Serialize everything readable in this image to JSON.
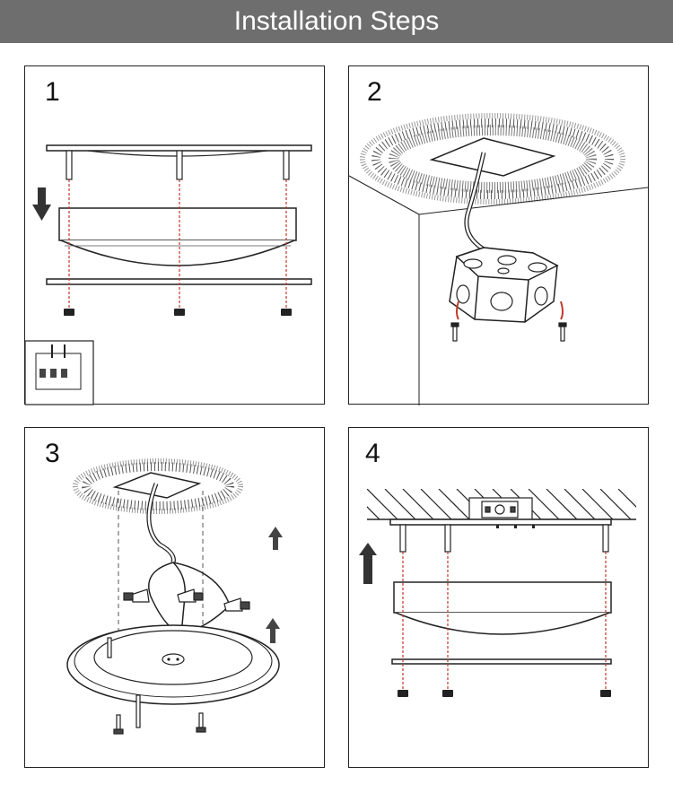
{
  "header": {
    "title": "Installation Steps"
  },
  "steps": [
    {
      "number": "1"
    },
    {
      "number": "2"
    },
    {
      "number": "3"
    },
    {
      "number": "4"
    }
  ],
  "colors": {
    "header_bg": "#6e6e6e",
    "guide_line": "#c0392b",
    "line": "#222222"
  }
}
